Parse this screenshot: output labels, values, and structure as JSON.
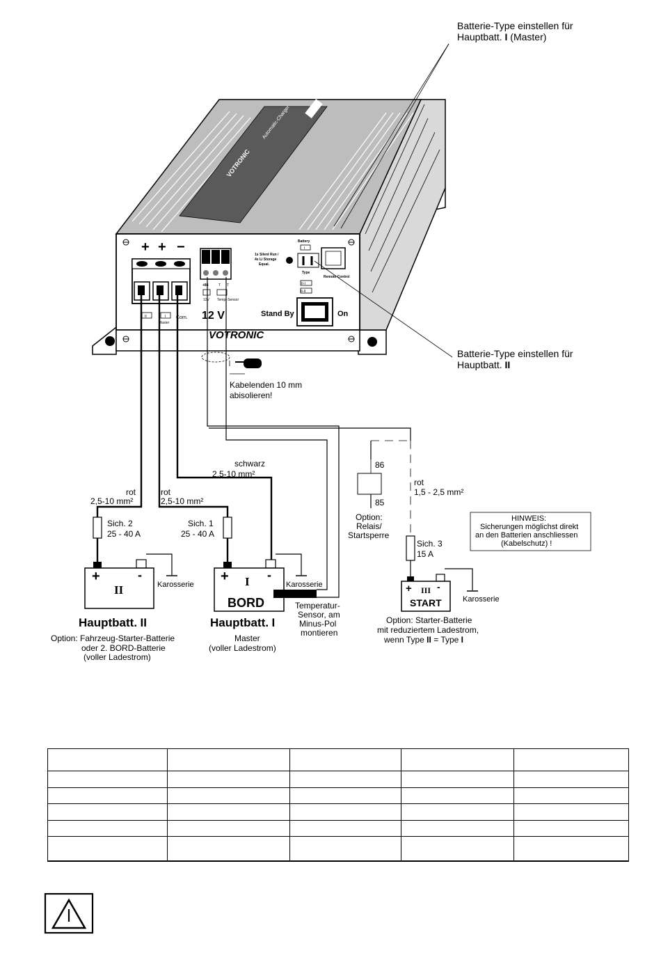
{
  "callouts": {
    "top_line1": "Batterie-Type einstellen für",
    "top_line2a": "Hauptbatt.",
    "top_line2b": "I",
    "top_line2c": "(Master)",
    "bottom_line1": "Batterie-Type einstellen für",
    "bottom_line2a": "Hauptbatt.",
    "bottom_line2b": "II"
  },
  "device": {
    "brand": "VOTRONIC",
    "top_brand": "VOTRONIC",
    "top_product": "Automatic-Charger",
    "plus1": "+",
    "plus2": "+",
    "minus": "−",
    "term_ii": "II",
    "term_i": "I",
    "term_master": "Master",
    "term_com": "Com.",
    "sensor_86": "+86",
    "sensor_12v": "12V",
    "sensor_t1": "T",
    "sensor_t2": "T",
    "sensor_temp": "Temp.-Sensor",
    "voltage": "12 V",
    "silent_run": "1s Silent Run /",
    "li_storage": "4s Li Storage",
    "equal": "Equal.",
    "battery": "Battery",
    "type": "Type",
    "remote_control": "Remote Control",
    "stand_by": "Stand By",
    "on": "On",
    "mini_i": "I",
    "mini_ii_i": "II-I",
    "mini_ii_ii": "II-II"
  },
  "wiring": {
    "strip_note_1": "Kabelenden 10 mm",
    "strip_note_2": "abisolieren!",
    "schwarz": "schwarz",
    "schwarz_size": "2,5-10 mm²",
    "rot_left": "rot",
    "rot_left_size": "2,5-10 mm²",
    "rot_mid": "rot",
    "rot_mid_size": "2,5-10 mm²",
    "rot_right": "rot",
    "rot_right_size": "1,5 - 2,5 mm²",
    "fuse2_name": "Sich. 2",
    "fuse2_rating": "25 - 40 A",
    "fuse1_name": "Sich. 1",
    "fuse1_rating": "25 - 40 A",
    "fuse3_name": "Sich. 3",
    "fuse3_rating": "15 A",
    "relay_86": "86",
    "relay_85": "85",
    "relay_opt1": "Option:",
    "relay_opt2": "Relais/",
    "relay_opt3": "Startsperre"
  },
  "note": {
    "title": "HINWEIS:",
    "line1": "Sicherungen möglichst direkt",
    "line2": "an den Batterien anschliessen",
    "line3": "(Kabelschutz) !"
  },
  "batteries": {
    "b2": {
      "plus": "+",
      "minus": "-",
      "numeral": "II",
      "ground": "Karosserie",
      "title_a": "Hauptbatt.",
      "title_b": "II",
      "desc1": "Option: Fahrzeug-Starter-Batterie",
      "desc2": "oder 2. BORD-Batterie",
      "desc3": "(voller Ladestrom)"
    },
    "b1": {
      "plus": "+",
      "minus": "-",
      "numeral": "I",
      "label": "BORD",
      "ground": "Karosserie",
      "title_a": "Hauptbatt.",
      "title_b": "I",
      "desc1": "Master",
      "desc2": "(voller Ladestrom)"
    },
    "temp_sensor": {
      "l1": "Temperatur-",
      "l2": "Sensor, am",
      "l3": "Minus-Pol",
      "l4": "montieren"
    },
    "b3": {
      "plus": "+",
      "minus": "-",
      "numeral": "III",
      "label": "START",
      "ground": "Karosserie",
      "desc1": "Option: Starter-Batterie",
      "desc2": "mit reduziertem Ladestrom,",
      "desc3a": "wenn Type",
      "desc3b": "II",
      "desc3c": " = Type",
      "desc3d": "I"
    }
  },
  "table": {
    "rows": [
      [
        "",
        "",
        "",
        "",
        ""
      ],
      [
        "",
        "",
        "",
        "",
        ""
      ],
      [
        "",
        "",
        "",
        "",
        ""
      ],
      [
        "",
        "",
        "",
        "",
        ""
      ],
      [
        "",
        "",
        "",
        "",
        ""
      ],
      [
        "",
        "",
        "",
        "",
        ""
      ]
    ]
  }
}
